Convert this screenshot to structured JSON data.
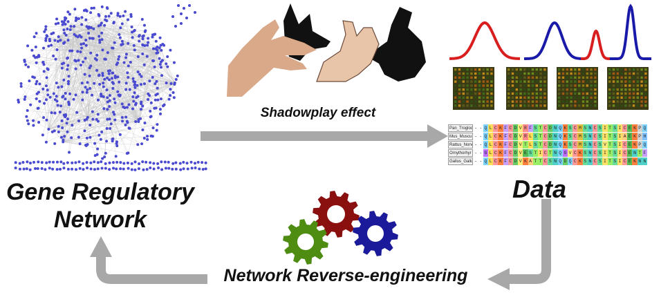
{
  "labels": {
    "grn_line1": "Gene Regulatory",
    "grn_line2": "Network",
    "data": "Data",
    "shadowplay": "Shadowplay effect",
    "reverse_engineering": "Network Reverse-engineering"
  },
  "alignment": {
    "species": [
      "Pan_Troglod",
      "Mus_Muscu",
      "Rattus_Norv",
      "Ornythorhyr",
      "Gallus_Gallu"
    ],
    "sequences": [
      "--QLCKFCDVRFSTCDNQKSCMSNCSITSICEKPQ",
      "--QLCKFCDVRLSTCDNQKSCMSNCSITSIAEKPH",
      "--QLCKFCDVTLSTCDNQKSCMSNCSVTSICEKPQ",
      "--GLCKFCDVESTICTNQGVCKSNCSITSICENTF",
      "--QLCKFCDVKATTCSNQDQCKSNCSITSICEKNN"
    ]
  },
  "colors": {
    "arrow": "#a8a8a8",
    "node": "#4a4ad0",
    "edge": "#c8c8c8",
    "curve_red": "#d81e1e",
    "curve_blue": "#1a1aa8",
    "gear_red": "#8a0f0f",
    "gear_green": "#4e8c12",
    "gear_blue": "#1a1a9a",
    "shadow": "#111111",
    "skin": "#e8c4a8",
    "array_bg": "#3a3a14"
  },
  "icons": [
    "network-graph",
    "hand-shadow-dog",
    "hand-shadow-rabbit",
    "gaussian-curve",
    "microarray",
    "gear"
  ]
}
